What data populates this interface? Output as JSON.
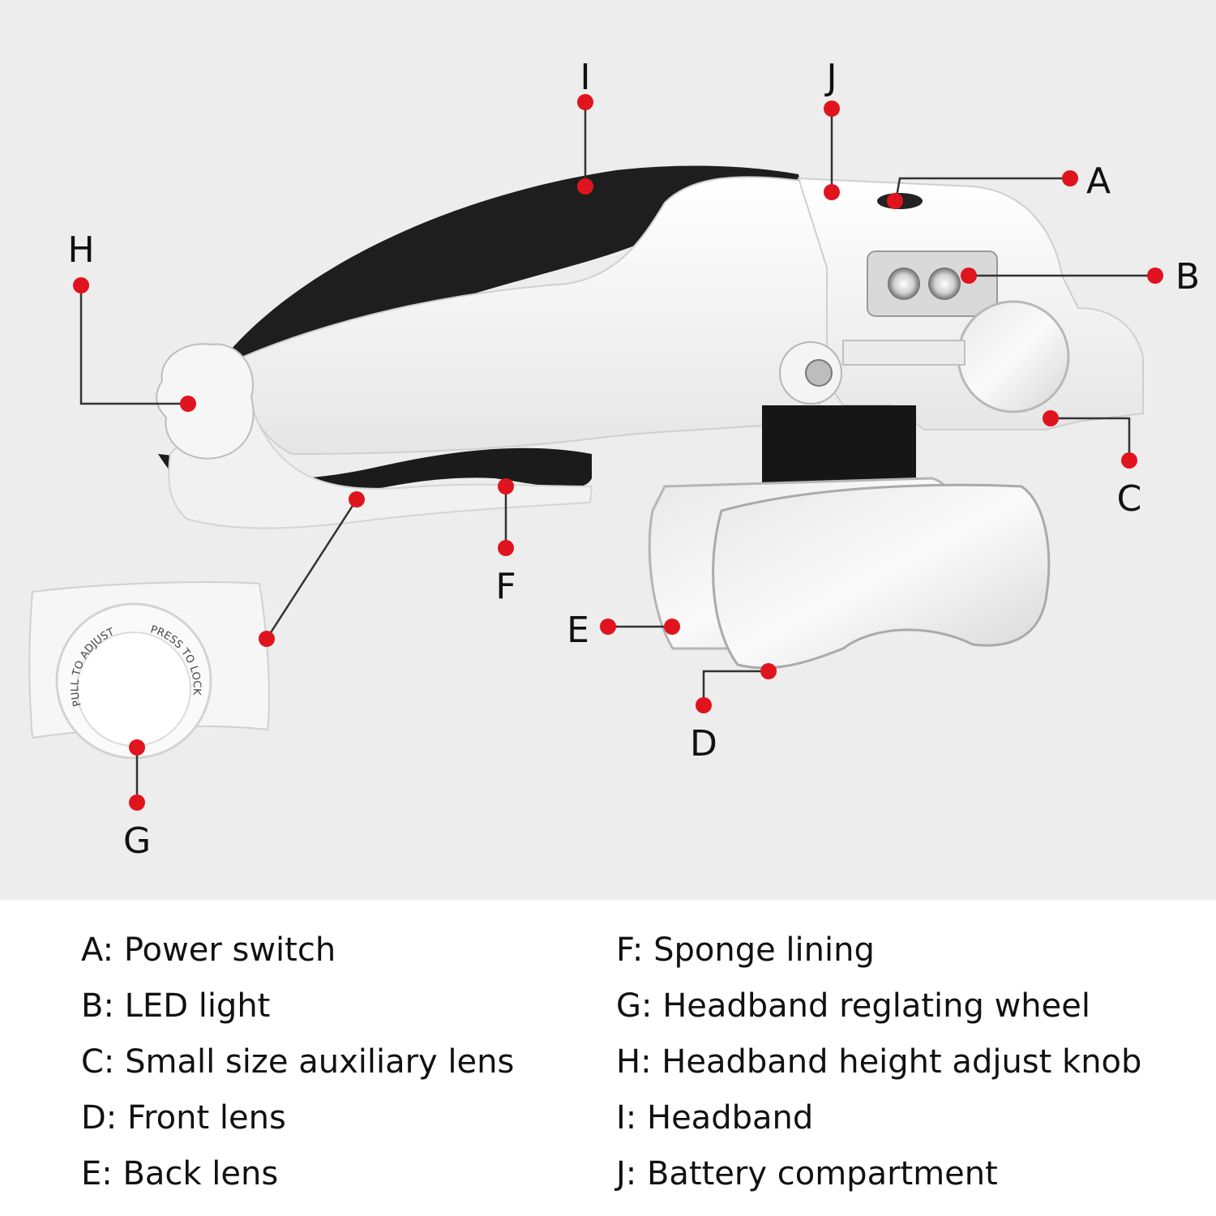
{
  "colors": {
    "background": "#ededed",
    "marker": "#e0141e",
    "leader_line": "#333333",
    "headband_dark": "#1e1e1e",
    "shell_white": "#f7f7f7",
    "text": "#111111"
  },
  "callouts": {
    "A": "A",
    "B": "B",
    "C": "C",
    "D": "D",
    "E": "E",
    "F": "F",
    "G": "G",
    "H": "H",
    "I": "I",
    "J": "J"
  },
  "dial_text": {
    "pull": "PULL TO ADJUST",
    "press": "PRESS TO LOCK"
  },
  "legend": {
    "left": [
      "A: Power switch",
      "B: LED light",
      "C: Small size auxiliary lens",
      "D: Front lens",
      "E: Back lens"
    ],
    "right": [
      "F: Sponge lining",
      "G: Headband reglating wheel",
      "H: Headband height adjust knob",
      "I: Headband",
      "J: Battery compartment"
    ]
  }
}
